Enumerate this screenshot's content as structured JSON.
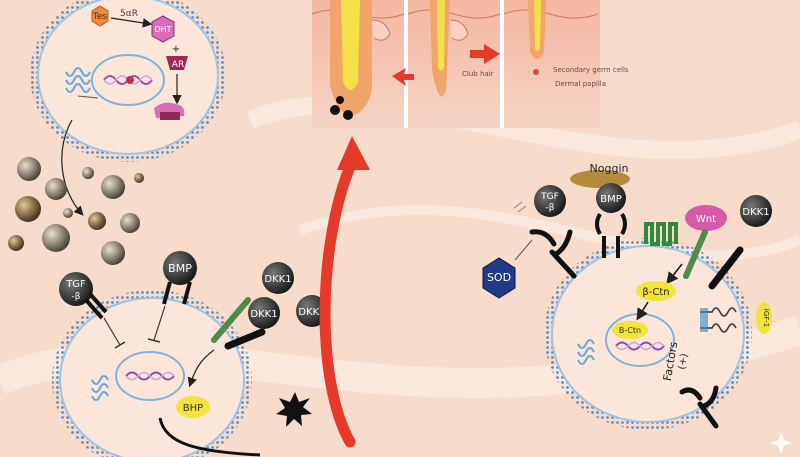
{
  "top_left_cell": {
    "tes": "Tes",
    "enzyme": "5αR",
    "dht": "DHT",
    "plus": "+",
    "ar": "AR"
  },
  "bottom_left_cell": {
    "tgf": "TGF",
    "tgf_sub": "-β",
    "bmp": "BMP",
    "dkk1_a": "DKK1",
    "dkk1_b": "DKK1",
    "dkk1_c": "DKK1",
    "bhp": "BHP"
  },
  "hair_panel": {
    "club_label": "Club hair",
    "secondary_label": "Secondary germ cells",
    "papilla_label": "Dermal papilla"
  },
  "right_cell": {
    "noggin": "Noggin",
    "bmp": "BMP",
    "tgf": "TGF",
    "tgf_sub": "-β",
    "wnt": "Wnt",
    "dkk1": "DKK1",
    "sod": "SOD",
    "bctn": "β-Ctn",
    "bctn_nucleus": "B-Ctn",
    "factors": "Factors",
    "factors_sign": "(+)",
    "igf": "IGF-1"
  },
  "colors": {
    "background": "#f7dccb",
    "membrane": "#7fb3de",
    "red_arrow": "#e53a2a",
    "hexagon_sod": "#1f3b87",
    "wnt": "#d65aa8",
    "bctn": "#f3e33a",
    "bmp": "#c79a4c"
  }
}
